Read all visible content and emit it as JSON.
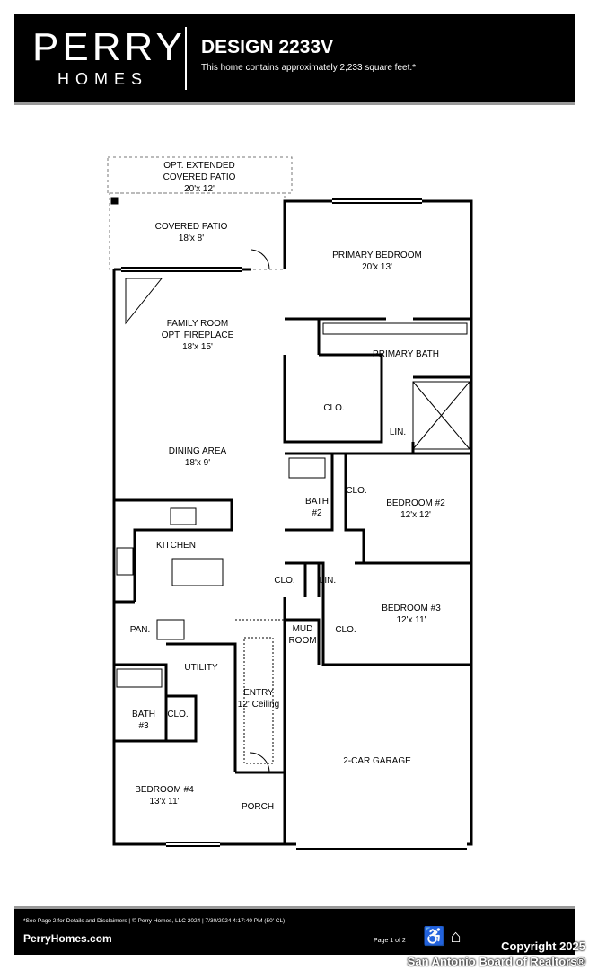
{
  "header": {
    "brand_top": "PERRY",
    "brand_bottom": "HOMES",
    "title": "DESIGN 2233V",
    "subtitle": "This home contains approximately 2,233 square feet.*"
  },
  "rooms": [
    {
      "name": "OPT. EXTENDED",
      "line2": "COVERED PATIO",
      "dims": "20'x 12'"
    },
    {
      "name": "COVERED PATIO",
      "dims": "18'x 8'"
    },
    {
      "name": "PRIMARY BEDROOM",
      "dims": "20'x 13'"
    },
    {
      "name": "FAMILY ROOM",
      "line2": "OPT. FIREPLACE",
      "dims": "18'x 15'"
    },
    {
      "name": "PRIMARY BATH"
    },
    {
      "name": "CLO."
    },
    {
      "name": "LIN."
    },
    {
      "name": "DINING AREA",
      "dims": "18'x 9'"
    },
    {
      "name": "BATH",
      "line2": "#2"
    },
    {
      "name": "CLO."
    },
    {
      "name": "BEDROOM #2",
      "dims": "12'x 12'"
    },
    {
      "name": "KITCHEN"
    },
    {
      "name": "CLO."
    },
    {
      "name": "LIN."
    },
    {
      "name": "BEDROOM #3",
      "dims": "12'x 11'"
    },
    {
      "name": "CLO."
    },
    {
      "name": "PAN."
    },
    {
      "name": "MUD",
      "line2": "ROOM"
    },
    {
      "name": "UTILITY"
    },
    {
      "name": "ENTRY",
      "dims": "12' Ceiling"
    },
    {
      "name": "BATH",
      "line2": "#3"
    },
    {
      "name": "CLO."
    },
    {
      "name": "2-CAR GARAGE"
    },
    {
      "name": "BEDROOM #4",
      "dims": "13'x 11'"
    },
    {
      "name": "PORCH"
    }
  ],
  "footer": {
    "disclaimer": "*See Page 2 for Details and Disclaimers  |  © Perry Homes, LLC 2024  |  7/30/2024 4:17:40 PM   (50' CL)",
    "site": "PerryHomes.com",
    "page": "Page 1 of 2"
  },
  "watermark": {
    "line1": "Copyright 2025",
    "line2": "San Antonio Board of Realtors®"
  }
}
